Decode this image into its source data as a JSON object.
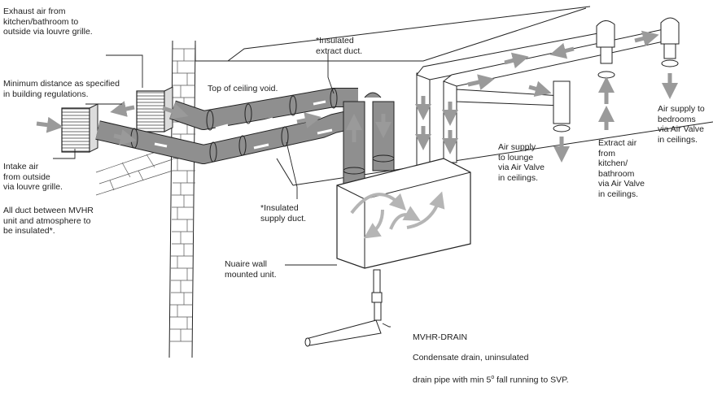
{
  "labels": {
    "exhaust_air": "Exhaust air from\nkitchen/bathroom to\noutside via louvre grille.",
    "min_distance": "Minimum distance as specified\nin building regulations.",
    "insulated_extract": "*Insulated\nextract duct.",
    "top_ceiling": "Top of ceiling void.",
    "intake_air": "Intake air\nfrom outside\nvia louvre grille.",
    "all_duct": "All duct between MVHR\nunit and atmosphere to\nbe insulated*.",
    "insulated_supply": "*Insulated\nsupply duct.",
    "air_supply_lounge": "Air supply\nto lounge\nvia Air Valve\nin ceilings.",
    "extract_air": "Extract air\nfrom\nkitchen/\nbathroom\nvia Air Valve\nin ceilings.",
    "air_supply_bedrooms": "Air supply to\nbedrooms\nvia Air Valve\nin ceilings.",
    "nuaire_unit": "Nuaire wall\nmounted unit.",
    "drain_title": "MVHR-DRAIN",
    "drain_line1": "Condensate drain, uninsulated",
    "drain_line2_pre": "drain pipe with min 5",
    "drain_line2_sup": "o",
    "drain_line2_post": " fall running to SVP."
  },
  "colors": {
    "line": "#222222",
    "duct_insulated": "#8f8f8f",
    "duct_plain": "#ffffff",
    "arrow": "#9a9a9a",
    "unit_flow": "#b5b5b5"
  }
}
